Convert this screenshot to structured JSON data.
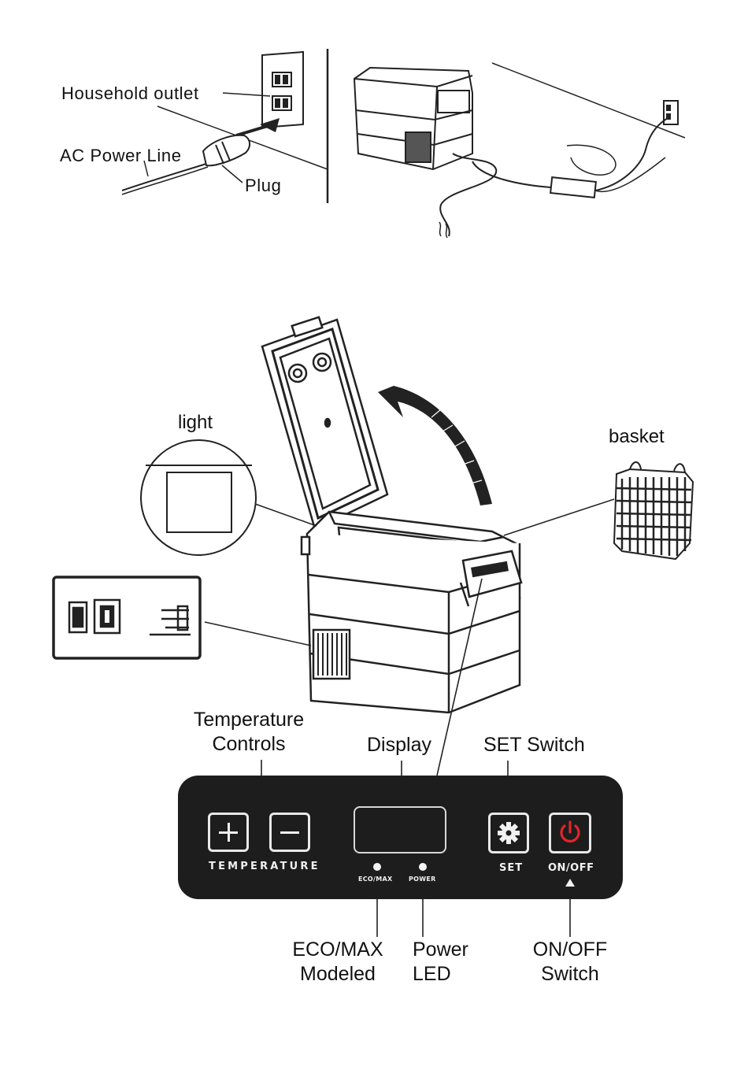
{
  "power_section": {
    "household_outlet": "Household outlet",
    "ac_power_line": "AC Power Line",
    "plug": "Plug"
  },
  "fridge_section": {
    "light": "light",
    "basket": "basket"
  },
  "control_panel": {
    "label_temperature_controls_1": "Temperature",
    "label_temperature_controls_2": "Controls",
    "label_display": "Display",
    "label_set_switch": "SET Switch",
    "panel_temperature": "TEMPERATURE",
    "panel_eco_max": "ECO/MAX",
    "panel_power": "POWER",
    "panel_set": "SET",
    "panel_on_off": "ON/OFF",
    "label_eco_max_1": "ECO/MAX",
    "label_eco_max_2": "Modeled",
    "label_power_led_1": "Power",
    "label_power_led_2": "LED",
    "label_on_off_1": "ON/OFF",
    "label_on_off_2": "Switch",
    "power_icon_color": "#e0262b",
    "panel_color": "#1d1d1d"
  }
}
